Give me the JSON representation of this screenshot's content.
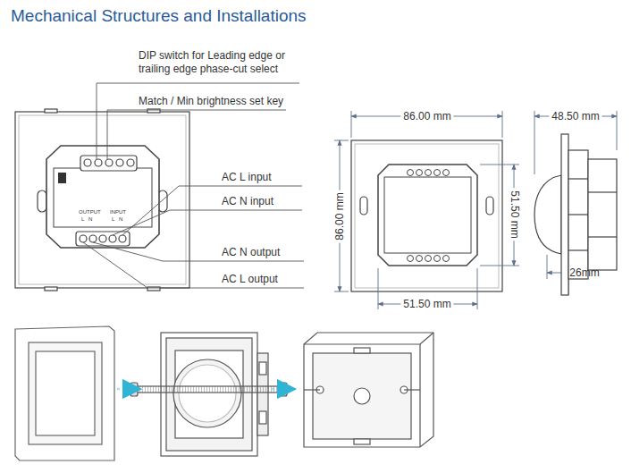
{
  "diagram": {
    "title": "Mechanical Structures and Installations",
    "labels": [
      "DIP switch for Leading edge or trailing edge phase-cut select",
      "Match / Min brightness set key",
      "AC L input",
      "AC N input",
      "AC N output",
      "AC L output",
      "OUTPUT",
      "L",
      "N",
      "INPUT",
      "L",
      "N",
      "86.00 mm",
      "86.00 mm",
      "51.50 mm",
      "51.50 mm",
      "48.50 mm",
      "26mm"
    ]
  }
}
